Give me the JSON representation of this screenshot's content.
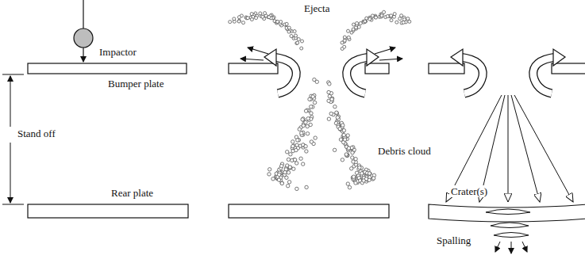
{
  "diagram": {
    "labels": [
      "Impactor",
      "Bumper plate",
      "Stand off",
      "Rear plate",
      "Ejecta",
      "Debris cloud",
      "Crater(s)",
      "Spalling"
    ]
  }
}
